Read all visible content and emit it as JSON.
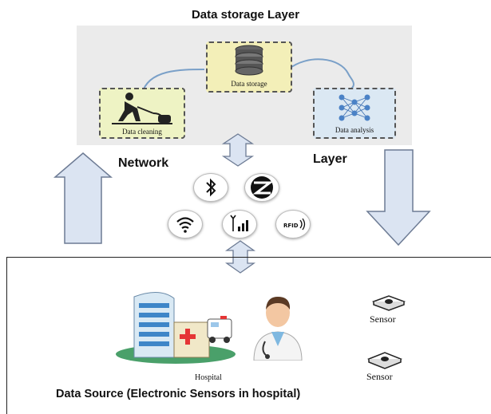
{
  "storage_layer": {
    "title": "Data storage Layer",
    "nodes": [
      {
        "label": "Data cleaning"
      },
      {
        "label": "Data storage"
      },
      {
        "label": "Data analysis"
      }
    ]
  },
  "network_layer": {
    "left_label": "Network",
    "right_label": "Layer",
    "icons": [
      "bluetooth-icon",
      "zigbee-icon",
      "wifi-icon",
      "cellular-icon",
      "rfid-icon"
    ],
    "rfid_text": "RFID"
  },
  "data_source": {
    "title": "Data Source (Electronic Sensors in hospital)",
    "hospital_label": "Hospital",
    "sensor_labels": [
      "Sensor",
      "Sensor"
    ]
  },
  "colors": {
    "arrow_fill": "#dbe4f2",
    "arrow_stroke": "#6d7b94",
    "storage_panel": "#ebebeb",
    "box_fill": "#f3efb8",
    "analysis_fill": "#dbe8f3",
    "curve": "#7aa0c8"
  }
}
